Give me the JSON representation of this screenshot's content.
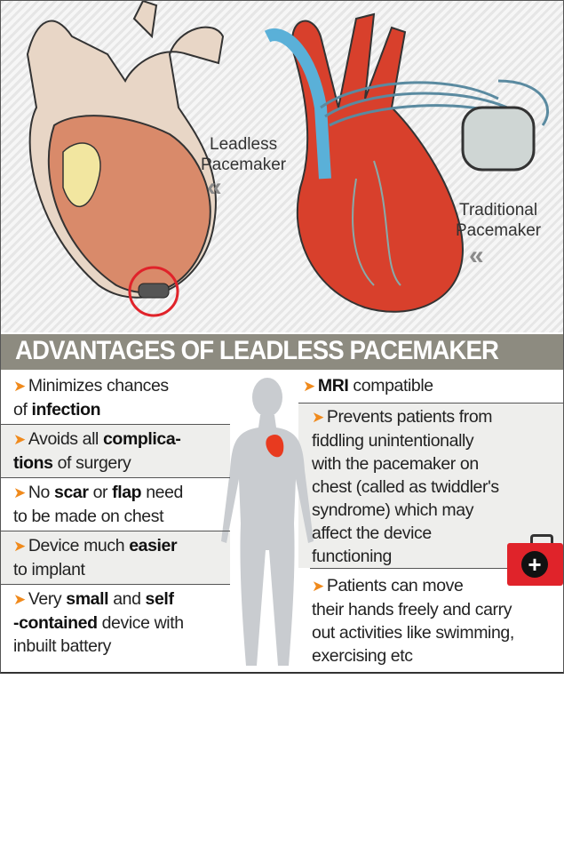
{
  "illustration": {
    "leadless_label": [
      "Leadless",
      "Pacemaker"
    ],
    "traditional_label": [
      "Traditional",
      "Pacemaker"
    ],
    "chevron": "«"
  },
  "banner": {
    "title": "ADVANTAGES OF LEADLESS PACEMAKER"
  },
  "colors": {
    "banner": "#8d8b80",
    "bullet": "#f08a1c",
    "heart": "#d9432a",
    "medkit": "#e0232a",
    "silhouette": "#c9ccd0"
  },
  "left_points": [
    {
      "parts": [
        [
          "Minimizes chances",
          false
        ],
        [
          "\nof ",
          false
        ],
        [
          "infection",
          true
        ]
      ]
    },
    {
      "parts": [
        [
          "Avoids all ",
          false
        ],
        [
          "complica-",
          true
        ],
        [
          "\n",
          false
        ],
        [
          "tions",
          true
        ],
        [
          " of surgery",
          false
        ]
      ]
    },
    {
      "parts": [
        [
          "No ",
          false
        ],
        [
          "scar",
          true
        ],
        [
          " or ",
          false
        ],
        [
          "flap",
          true
        ],
        [
          " need",
          false
        ],
        [
          "\nto be made on chest",
          false
        ]
      ]
    },
    {
      "parts": [
        [
          "Device much ",
          false
        ],
        [
          "easier",
          true
        ],
        [
          "\nto implant",
          false
        ]
      ]
    },
    {
      "parts": [
        [
          "Very ",
          false
        ],
        [
          "small",
          true
        ],
        [
          " and ",
          false
        ],
        [
          "self",
          true
        ],
        [
          "\n",
          false
        ],
        [
          "-contained",
          true
        ],
        [
          " device with",
          false
        ],
        [
          "\ninbuilt battery",
          false
        ]
      ]
    }
  ],
  "right_points": [
    {
      "parts": [
        [
          "MRI",
          true
        ],
        [
          " compatible",
          false
        ]
      ]
    },
    {
      "parts": [
        [
          "Prevents patients from",
          false
        ],
        [
          "\nfiddling unintentionally",
          false
        ],
        [
          "\nwith the pacemaker on",
          false
        ],
        [
          "\nchest (called as twiddler's",
          false
        ],
        [
          "\nsyndrome) which may",
          false
        ],
        [
          "\naffect the device",
          false
        ],
        [
          "\nfunctioning",
          false
        ]
      ]
    },
    {
      "parts": [
        [
          "Patients can move",
          false
        ],
        [
          "\ntheir hands freely and carry",
          false
        ],
        [
          "\nout activities like swimming,",
          false
        ],
        [
          "\nexercising etc",
          false
        ]
      ]
    }
  ]
}
